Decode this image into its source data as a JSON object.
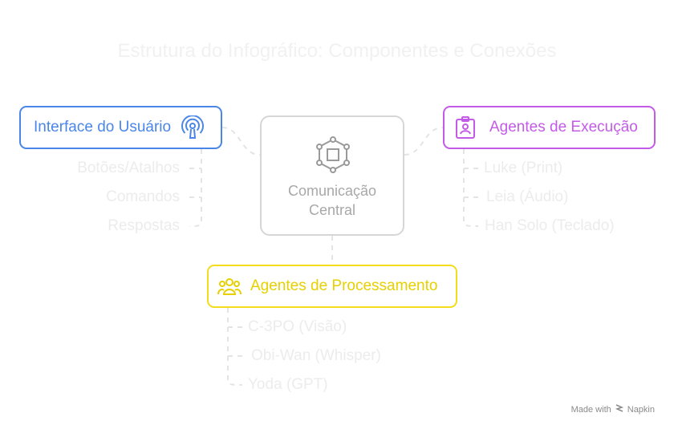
{
  "title": "Estrutura do Infográfico: Componentes e Conexões",
  "center": {
    "label_line1": "Comunicação",
    "label_line2": "Central",
    "icon": "network-hub-icon"
  },
  "interface": {
    "label": "Interface do Usuário",
    "icon": "broadcast-icon",
    "color": "#4a86e8",
    "items": [
      "Botões/Atalhos",
      "Comandos",
      "Respostas"
    ]
  },
  "execution": {
    "label": "Agentes de Execução",
    "icon": "id-badge-icon",
    "color": "#c45be8",
    "items": [
      "Luke (Print)",
      "Leia (Áudio)",
      "Han Solo (Teclado)"
    ]
  },
  "processing": {
    "label": "Agentes de Processamento",
    "icon": "group-icon",
    "color": "#e7d000",
    "items": [
      "C-3PO (Visão)",
      "Obi-Wan (Whisper)",
      "Yoda (GPT)"
    ]
  },
  "footer": {
    "made_with": "Made with",
    "brand": "Napkin"
  }
}
